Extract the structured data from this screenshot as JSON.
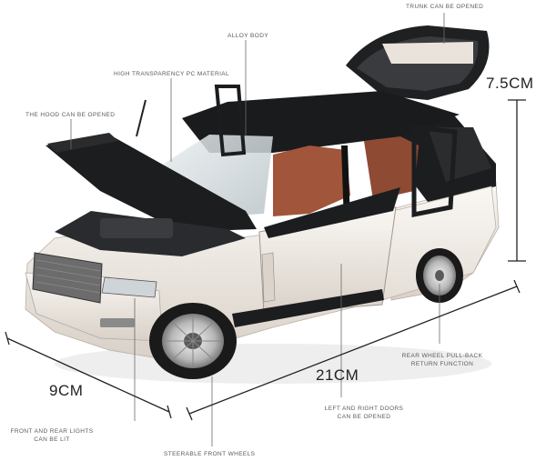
{
  "labels": {
    "trunk": "TRUNK CAN BE OPENED",
    "alloy": "ALLOY BODY",
    "pc": "HIGH TRANSPARENCY PC MATERIAL",
    "hood": "THE HOOD CAN BE OPENED",
    "rear_wheel_line1": "REAR WHEEL PULL-BACK",
    "rear_wheel_line2": "RETURN FUNCTION",
    "doors_line1": "LEFT AND RIGHT DOORS",
    "doors_line2": "CAN BE OPENED",
    "lights_line1": "FRONT AND REAR LIGHTS",
    "lights_line2": "CAN BE LIT",
    "front_wheels": "STEERABLE FRONT WHEELS"
  },
  "dimensions": {
    "height": "7.5CM",
    "length": "21CM",
    "width": "9CM"
  },
  "colors": {
    "body": "#efe9e2",
    "roof": "#1c1d1f",
    "interior": "#a1553a",
    "line": "#4a4a4a"
  }
}
